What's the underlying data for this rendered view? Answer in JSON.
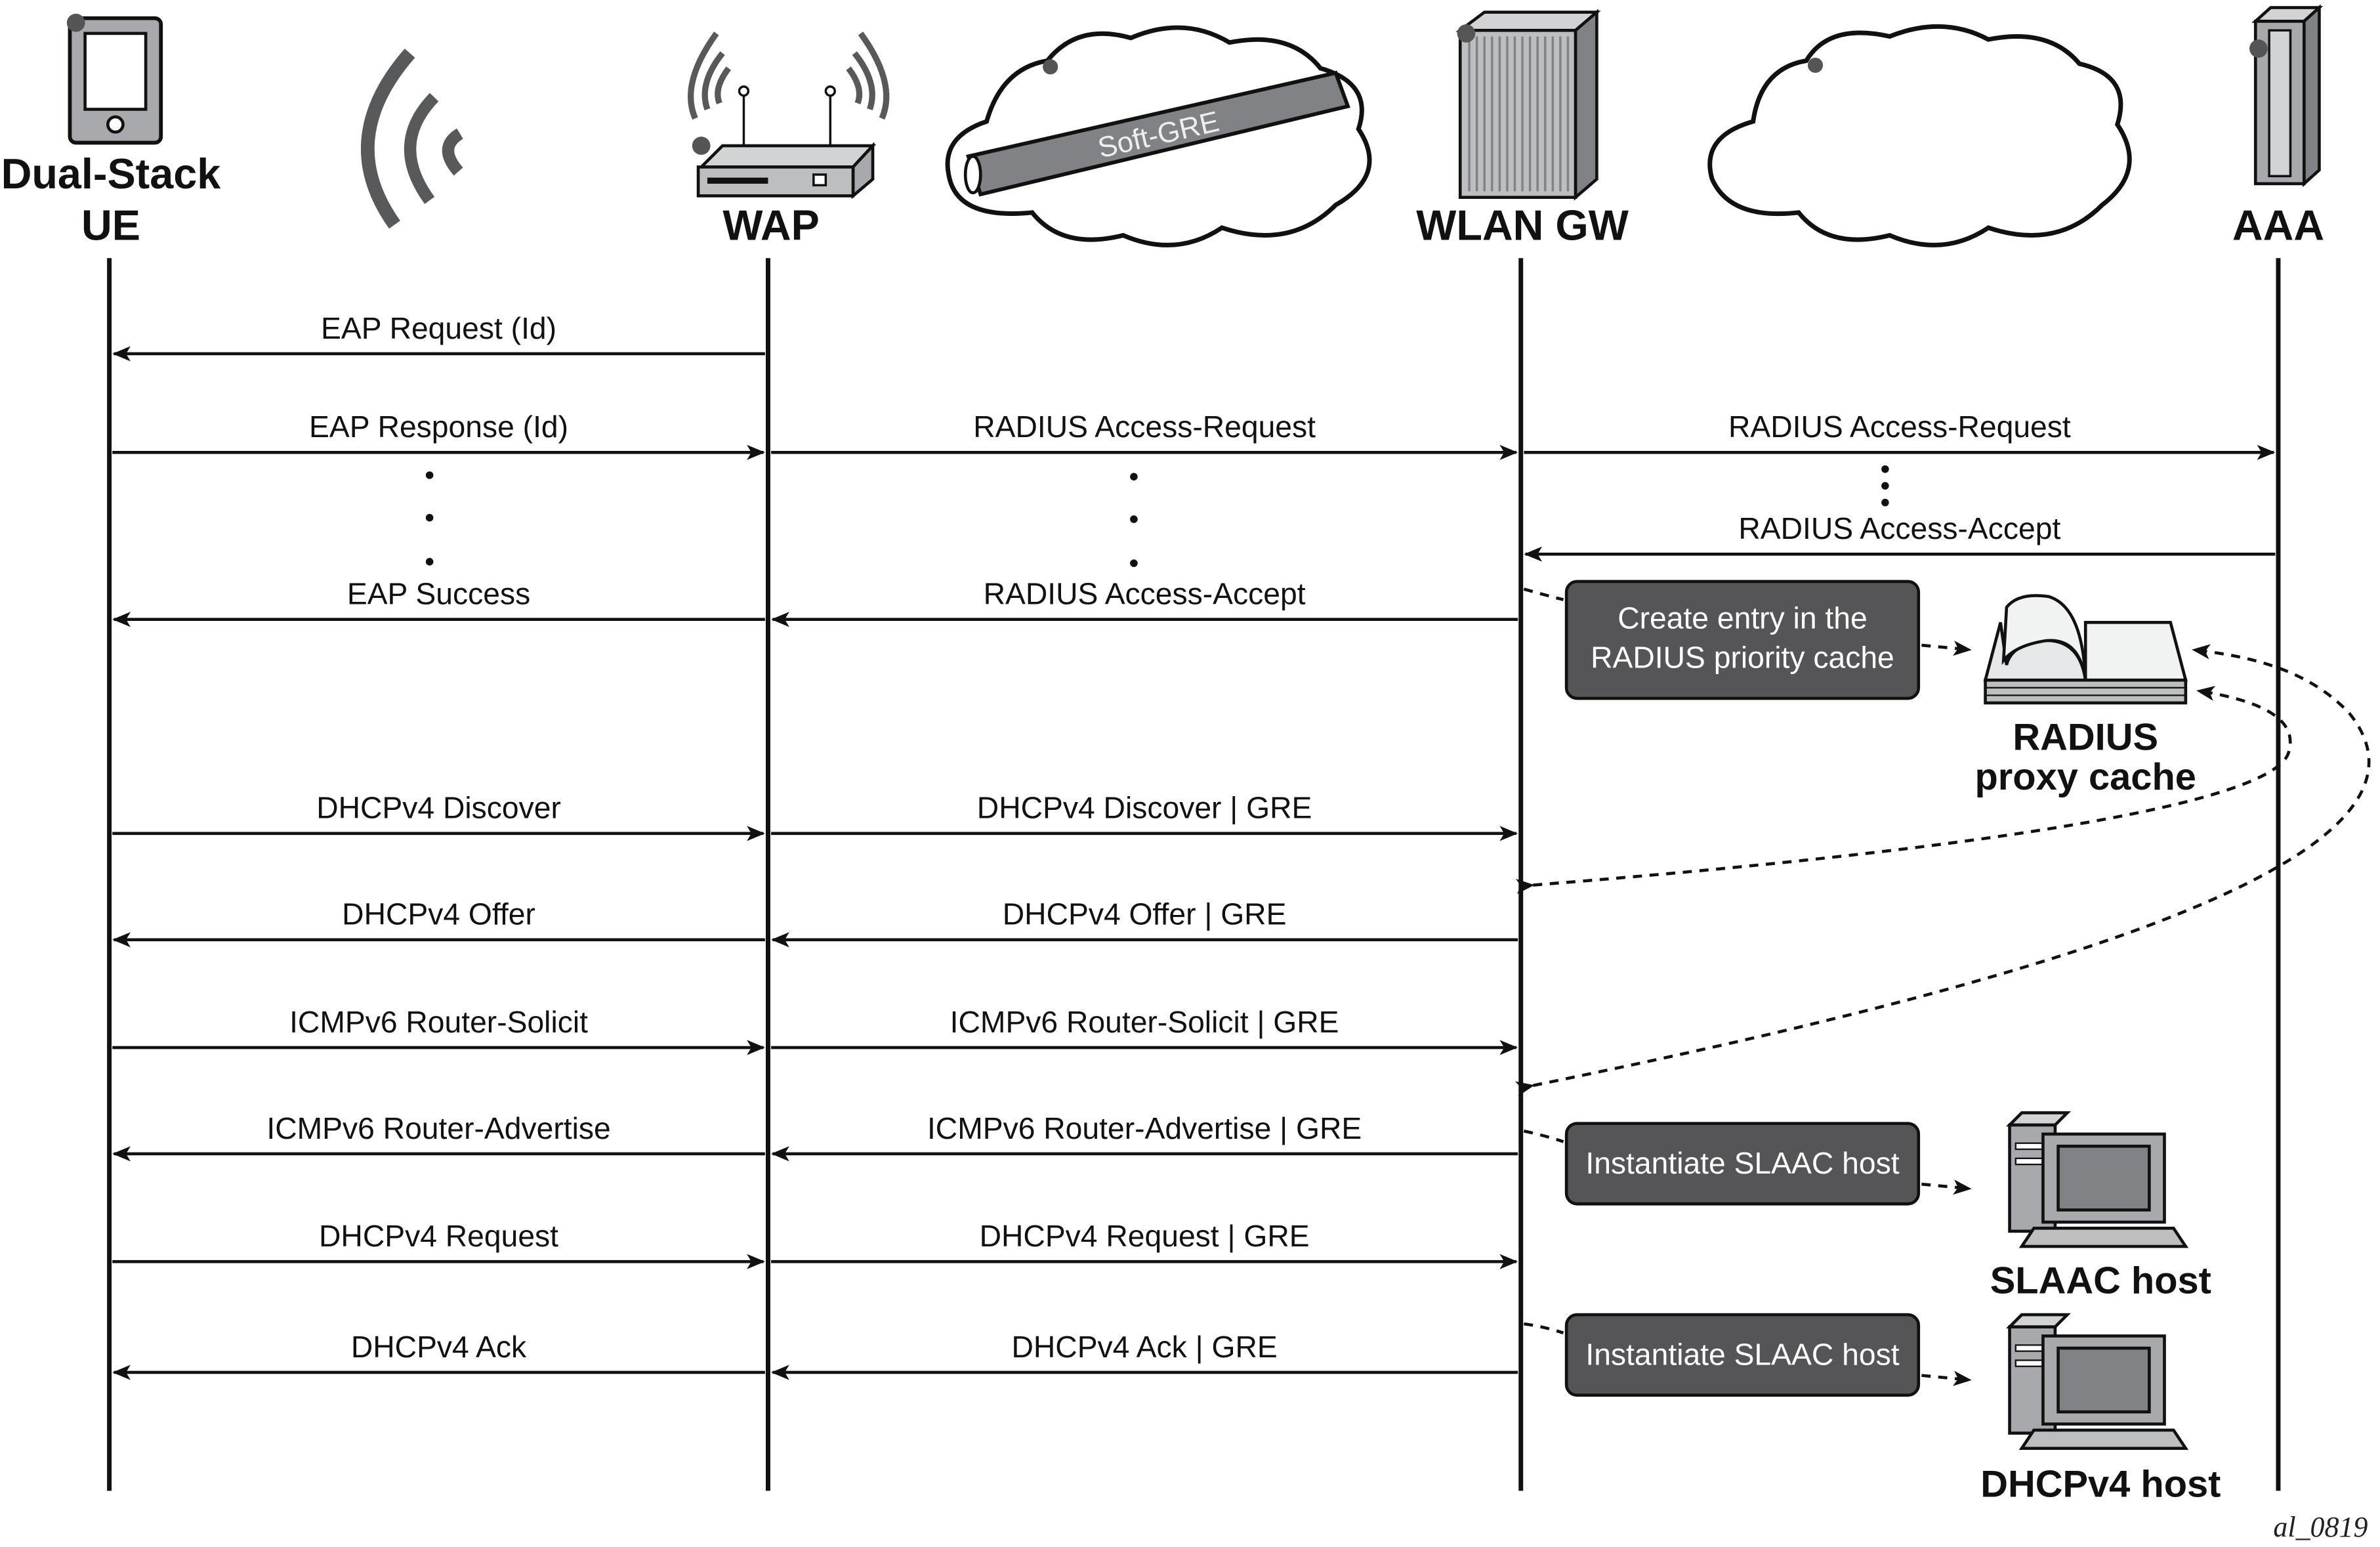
{
  "entities": {
    "ue": [
      "Dual-Stack",
      "UE"
    ],
    "wap": "WAP",
    "wlan_gw": "WLAN GW",
    "aaa": "AAA"
  },
  "tunnel_label": "Soft-GRE",
  "messages": [
    [
      {
        "label": "EAP Request (Id)",
        "from": "WAP",
        "to": "UE"
      }
    ],
    [
      {
        "label": "EAP Response (Id)",
        "from": "UE",
        "to": "WAP"
      },
      {
        "label": "RADIUS Access-Request",
        "from": "WAP",
        "to": "WLAN GW"
      },
      {
        "label": "RADIUS Access-Request",
        "from": "WLAN GW",
        "to": "AAA"
      }
    ],
    [
      {
        "label": "RADIUS Access-Accept",
        "from": "AAA",
        "to": "WLAN GW"
      }
    ],
    [
      {
        "label": "EAP Success",
        "from": "WAP",
        "to": "UE"
      },
      {
        "label": "RADIUS Access-Accept",
        "from": "WLAN GW",
        "to": "WAP"
      }
    ],
    [
      {
        "label": "DHCPv4 Discover",
        "from": "UE",
        "to": "WAP"
      },
      {
        "label": "DHCPv4 Discover | GRE",
        "from": "WAP",
        "to": "WLAN GW"
      }
    ],
    [
      {
        "label": "DHCPv4 Offer",
        "from": "WAP",
        "to": "UE"
      },
      {
        "label": "DHCPv4 Offer | GRE",
        "from": "WLAN GW",
        "to": "WAP"
      }
    ],
    [
      {
        "label": "ICMPv6 Router-Solicit",
        "from": "UE",
        "to": "WAP"
      },
      {
        "label": "ICMPv6 Router-Solicit | GRE",
        "from": "WAP",
        "to": "WLAN GW"
      }
    ],
    [
      {
        "label": "ICMPv6 Router-Advertise",
        "from": "WAP",
        "to": "UE"
      },
      {
        "label": "ICMPv6 Router-Advertise | GRE",
        "from": "WLAN GW",
        "to": "WAP"
      }
    ],
    [
      {
        "label": "DHCPv4 Request",
        "from": "UE",
        "to": "WAP"
      },
      {
        "label": "DHCPv4 Request | GRE",
        "from": "WAP",
        "to": "WLAN GW"
      }
    ],
    [
      {
        "label": "DHCPv4 Ack",
        "from": "WAP",
        "to": "UE"
      },
      {
        "label": "DHCPv4 Ack | GRE",
        "from": "WLAN GW",
        "to": "WAP"
      }
    ]
  ],
  "actions": [
    {
      "lines": [
        "Create entry in the",
        "RADIUS priority cache"
      ],
      "result": [
        "RADIUS",
        "proxy cache"
      ],
      "icon": "book-icon"
    },
    {
      "lines": [
        "Instantiate SLAAC host"
      ],
      "result": [
        "SLAAC host"
      ],
      "icon": "computer-icon"
    },
    {
      "lines": [
        "Instantiate SLAAC host"
      ],
      "result": [
        "DHCPv4 host"
      ],
      "icon": "computer-icon"
    }
  ],
  "figure_id": "al_0819",
  "colors": {
    "box": "#555558",
    "icon_gray": "#a7a9ac",
    "line": "#111111"
  }
}
